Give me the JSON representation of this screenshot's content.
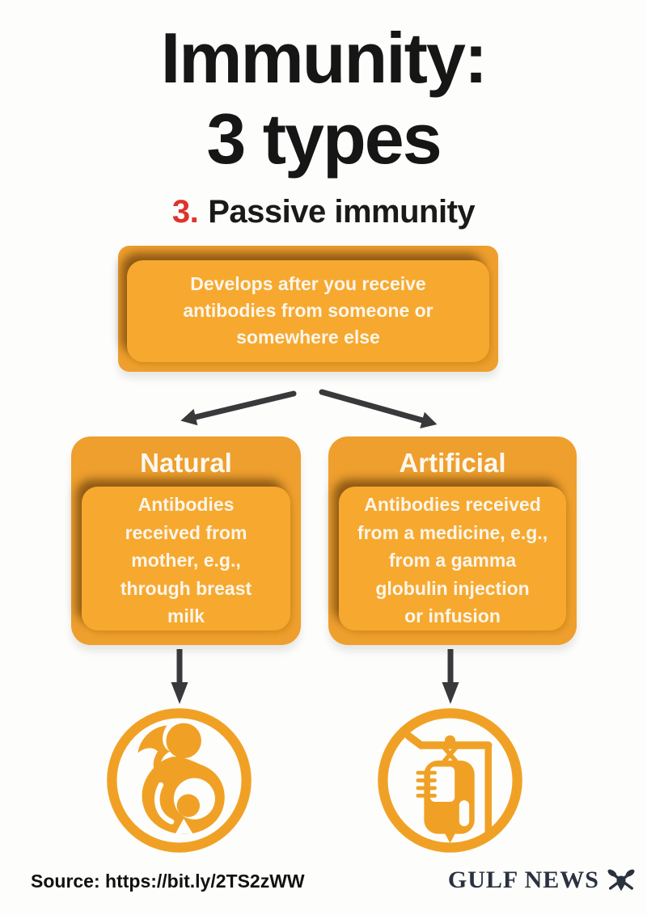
{
  "title": {
    "line1": "Immunity:",
    "line2": "3 types"
  },
  "subtitle": {
    "number": "3.",
    "label": "Passive immunity"
  },
  "top_card": {
    "text": "Develops after you receive\nantibodies from someone or\nsomewhere else"
  },
  "branches": [
    {
      "heading": "Natural",
      "text": "Antibodies\nreceived from\nmother, e.g.,\nthrough breast\nmilk",
      "icon": "breastfeeding-mother-icon"
    },
    {
      "heading": "Artificial",
      "text": "Antibodies received\nfrom a medicine, e.g.,\nfrom a gamma\nglobulin injection\nor infusion",
      "icon": "iv-drip-icon"
    }
  ],
  "footer": {
    "source": "Source: https://bit.ly/2TS2zWW",
    "brand": "GULF NEWS",
    "brand_icon": "falcon-crest-icon"
  },
  "colors": {
    "background": "#FDFDFB",
    "orange_outer": "#EE9F2D",
    "orange_inner": "#F6A92E",
    "icon_orange": "#F0A125",
    "arrow_dark": "#39393B",
    "accent_red": "#DE332D",
    "text_black": "#161616",
    "text_white": "#FBF5EC",
    "brand_dark": "#2A3240"
  }
}
